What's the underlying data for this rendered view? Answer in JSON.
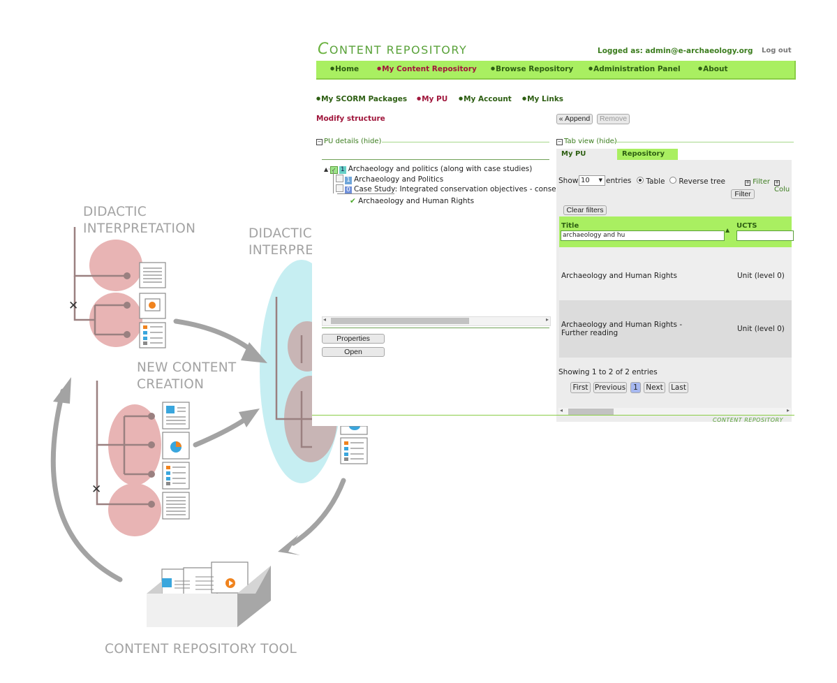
{
  "diagram": {
    "label_top": [
      "DIDACTIC",
      "INTERPRETATION"
    ],
    "label_top_right": [
      "DIDACTIC",
      "INTERPRE"
    ],
    "label_new": [
      "NEW CONTENT",
      "CREATION"
    ],
    "label_repo": "CONTENT REPOSITORY TOOL",
    "colors": {
      "pink": "#e8b4b4",
      "gray_text": "#a3a3a3",
      "cyan": "#c6eef2",
      "arrow": "#a3a3a3",
      "orange": "#f0831e",
      "blue": "#3aa6dd"
    }
  },
  "app": {
    "brand_initial": "C",
    "brand_rest": "ONTENT REPOSITORY",
    "logged_as": "Logged as: admin@e-archaeology.org",
    "logout": "Log out",
    "menu": [
      "Home",
      "My Content Repository",
      "Browse Repository",
      "Administration Panel",
      "About"
    ],
    "submenu": [
      "My SCORM Packages",
      "My PU",
      "My Account",
      "My Links"
    ],
    "modify_structure": "Modify structure",
    "append": "« Append",
    "remove": "Remove",
    "pu_details": "PU details (hide)",
    "tab_view": "Tab view (hide)",
    "tabs": [
      "My PU",
      "Repository"
    ],
    "tree": [
      {
        "num": "1",
        "text": "Archaeology and politics (along with case studies)"
      },
      {
        "num": "1",
        "text": "Archaeology and Politics"
      },
      {
        "num": "0",
        "text": "Case Study: Integrated conservation objectives - conserva"
      },
      {
        "num": "",
        "text": "Archaeology and Human Rights"
      }
    ],
    "properties": "Properties",
    "open": "Open",
    "show": "Show",
    "entries_value": "10",
    "entries": "entries",
    "radio_table": "Table",
    "radio_reverse": "Reverse tree",
    "filter_toggle": "Filter",
    "column_toggle": "Colu",
    "filter_btn": "Filter",
    "clear_filters": "Clear filters",
    "col_title": "Title",
    "col_ucts": "UCTS",
    "title_filter_value": "archaeology and hu",
    "rows": [
      {
        "title": "Archaeology and Human Rights",
        "ucts": "Unit (level 0)"
      },
      {
        "title": "Archaeology and Human Rights - Further reading",
        "ucts": "Unit (level 0)"
      }
    ],
    "showing": "Showing 1 to 2 of 2 entries",
    "pager": [
      "First",
      "Previous",
      "1",
      "Next",
      "Last"
    ],
    "footer_brand": "CONTENT REPOSITORY",
    "accent_green": "#a9ef61",
    "active_color": "#a0173c"
  }
}
